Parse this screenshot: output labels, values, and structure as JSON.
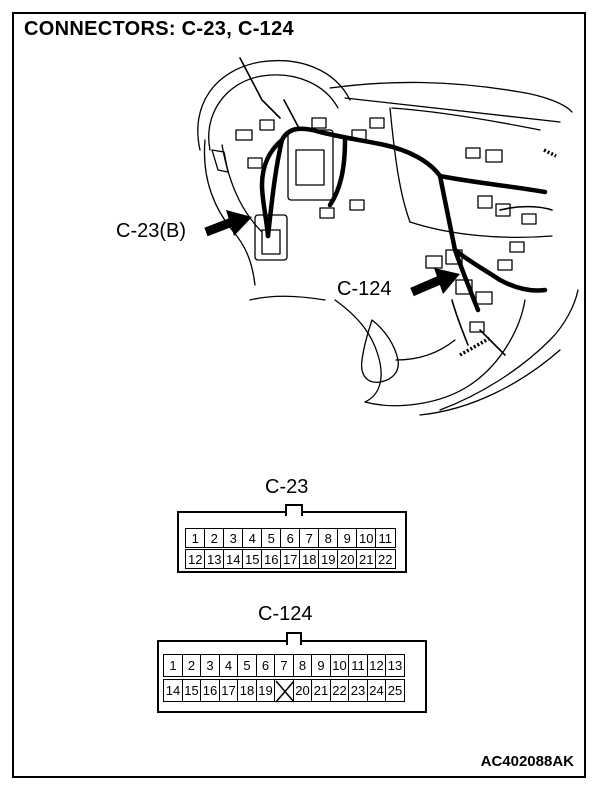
{
  "title": "CONNECTORS: C-23, C-124",
  "figure_code": "AC402088AK",
  "callouts": {
    "c23": "C-23(B)",
    "c124": "C-124"
  },
  "connectors": {
    "c23": {
      "label": "C-23",
      "top_row": [
        "1",
        "2",
        "3",
        "4",
        "5",
        "6",
        "7",
        "8",
        "9",
        "10",
        "11"
      ],
      "bottom_row": [
        "12",
        "13",
        "14",
        "15",
        "16",
        "17",
        "18",
        "19",
        "20",
        "21",
        "22"
      ]
    },
    "c124": {
      "label": "C-124",
      "top_row": [
        "1",
        "2",
        "3",
        "4",
        "5",
        "6",
        "7",
        "8",
        "9",
        "10",
        "11",
        "12",
        "13"
      ],
      "bottom_row": [
        "14",
        "15",
        "16",
        "17",
        "18",
        "19",
        "",
        "20",
        "21",
        "22",
        "23",
        "24",
        "25"
      ]
    }
  }
}
